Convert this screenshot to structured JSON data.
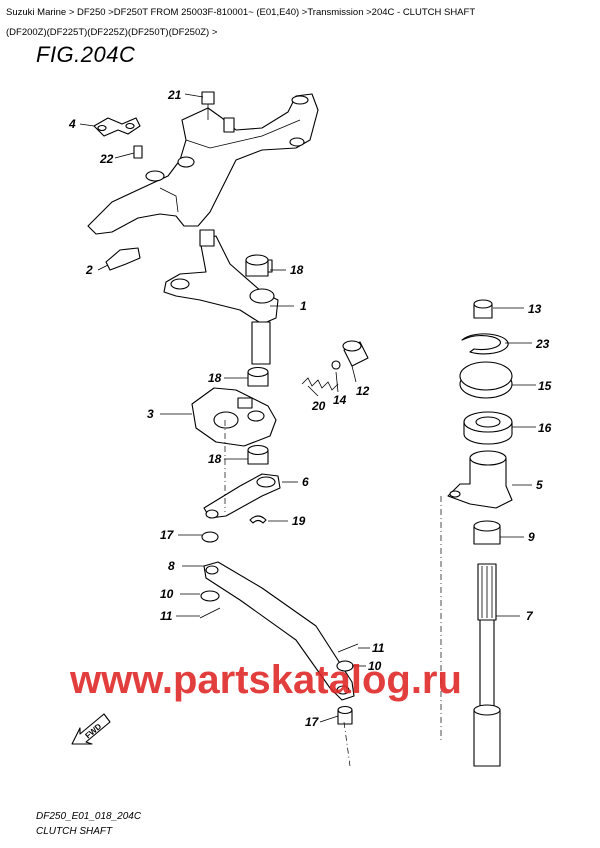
{
  "breadcrumb": {
    "line1": "Suzuki Marine > DF250 >DF250T FROM 25003F-810001~ (E01,E40) >Transmission >204C - CLUTCH SHAFT",
    "line2": "(DF200Z)(DF225T)(DF225Z)(DF250T)(DF250Z) >"
  },
  "figure_title": "FIG.204C",
  "footer": {
    "code": "DF250_E01_018_204C",
    "caption": "CLUTCH SHAFT"
  },
  "watermark": "www.partskatalog.ru",
  "fwd_label": "FWD",
  "callouts": [
    "21",
    "4",
    "22",
    "2",
    "18",
    "1",
    "13",
    "23",
    "15",
    "16",
    "18",
    "3",
    "20",
    "14",
    "12",
    "18",
    "6",
    "5",
    "19",
    "9",
    "17",
    "8",
    "10",
    "11",
    "7",
    "11",
    "10",
    "17"
  ],
  "colors": {
    "watermark": "#e02424",
    "line": "#000000"
  }
}
